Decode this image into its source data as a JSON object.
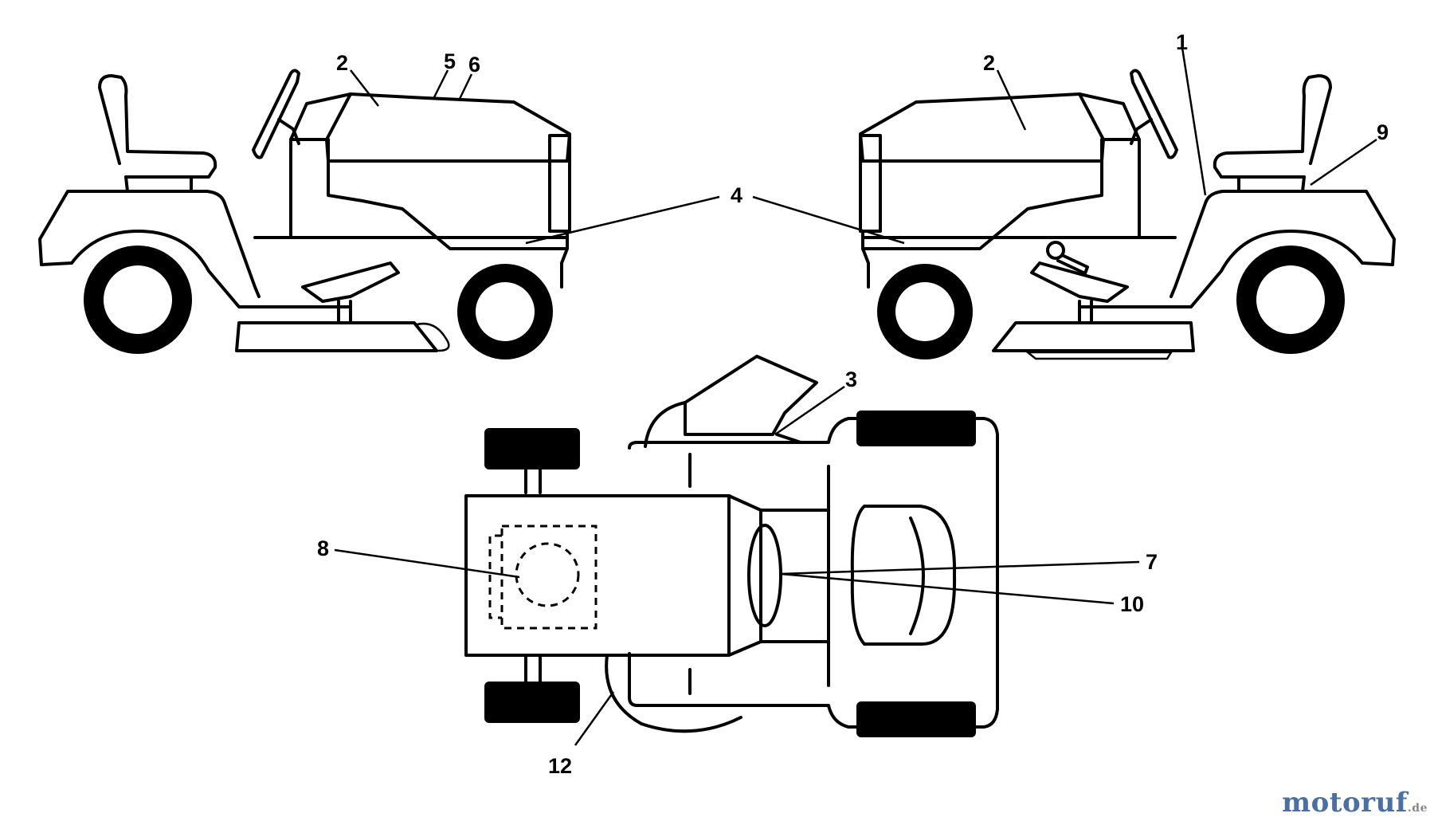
{
  "callouts": {
    "c1": "1",
    "c2_left": "2",
    "c2_right": "2",
    "c3": "3",
    "c4": "4",
    "c5": "5",
    "c6": "6",
    "c7": "7",
    "c8": "8",
    "c9": "9",
    "c10": "10",
    "c12": "12"
  },
  "watermark": {
    "logo_text": "motoruf",
    "tld": ".de"
  },
  "colors": {
    "line": "#000000",
    "background": "#ffffff"
  }
}
